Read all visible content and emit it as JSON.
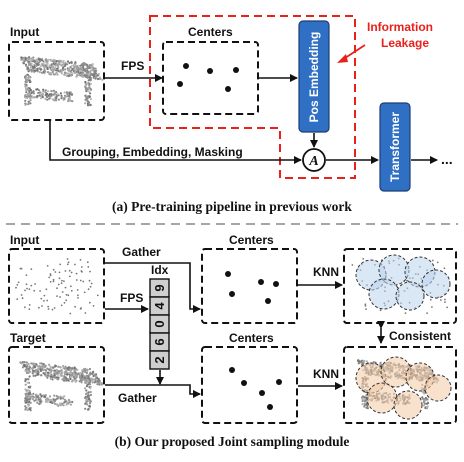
{
  "top": {
    "input_label": "Input",
    "fps_label": "FPS",
    "centers_label": "Centers",
    "pos_embedding_label": "Pos Embedding",
    "info_leakage_line1": "Information",
    "info_leakage_line2": "Leakage",
    "transformer_label": "Transformer",
    "grouping_label": "Grouping, Embedding, Masking",
    "add_symbol": "A",
    "ellipsis": "...",
    "caption": "(a) Pre-training pipeline in previous work"
  },
  "bottom": {
    "input_label": "Input",
    "target_label": "Target",
    "gather_top_label": "Gather",
    "gather_bottom_label": "Gather",
    "fps_label": "FPS",
    "idx_label": "Idx",
    "idx_top": [
      "9",
      "4",
      "0",
      "6",
      "2"
    ],
    "idx_bottom": [
      "2",
      "6",
      "0",
      "4",
      "9"
    ],
    "centers_top_label": "Centers",
    "centers_bottom_label": "Centers",
    "knn_top_label": "KNN",
    "knn_bottom_label": "KNN",
    "consistent_label": "Consistent",
    "caption": "(b) Our proposed Joint sampling module"
  },
  "colors": {
    "accent_red": "#e8211b",
    "block_blue": "#2f6fc4",
    "circle_blue": "#bcd3ec",
    "circle_orange": "#f2c8a4"
  }
}
